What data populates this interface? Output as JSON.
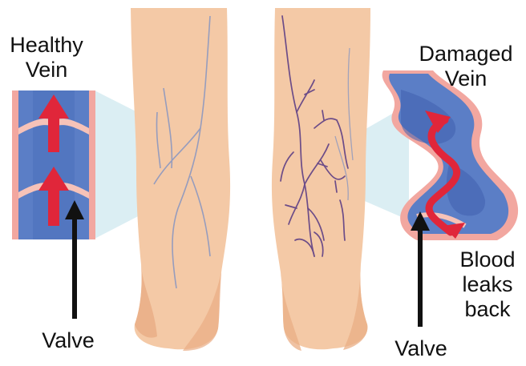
{
  "labels": {
    "healthy_line1": "Healthy",
    "healthy_line2": "Vein",
    "damaged_line1": "Damaged",
    "damaged_line2": "Vein",
    "valve_left": "Valve",
    "valve_right": "Valve",
    "leak_line1": "Blood",
    "leak_line2": "leaks",
    "leak_line3": "back"
  },
  "colors": {
    "skin": "#f4c9a6",
    "skin_shadow": "#e9ad84",
    "vein_blue": "#5b7ec6",
    "vein_dark": "#3f5fae",
    "vein_wall": "#f2a7a0",
    "arrow_red": "#e0263a",
    "varicose": "#6c4c88",
    "callout": "#cfe8ef"
  }
}
